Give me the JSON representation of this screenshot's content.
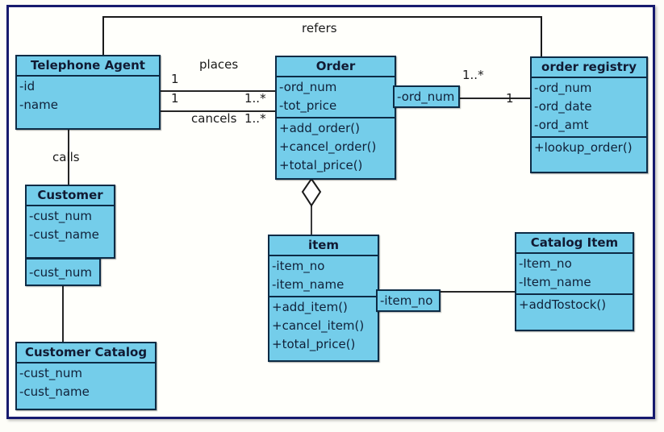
{
  "diagram": {
    "type": "uml-class-diagram",
    "frame_color": "#161a6e",
    "class_fill": "#74cdea",
    "class_border": "#0d2b45",
    "canvas_background": "#fffffb"
  },
  "classes": {
    "telephone_agent": {
      "name": "Telephone Agent",
      "attributes": [
        "-id",
        "-name"
      ],
      "operations": []
    },
    "order": {
      "name": "Order",
      "attributes": [
        "-ord_num",
        "-tot_price"
      ],
      "operations": [
        "+add_order()",
        "+cancel_order()",
        "+total_price()"
      ]
    },
    "order_registry": {
      "name": "order registry",
      "attributes": [
        "-ord_num",
        "-ord_date",
        "-ord_amt"
      ],
      "operations": [
        "+lookup_order()"
      ]
    },
    "customer": {
      "name": "Customer",
      "attributes": [
        "-cust_num",
        "-cust_name"
      ],
      "operations": []
    },
    "customer_catalog": {
      "name": "Customer Catalog",
      "attributes": [
        "-cust_num",
        "-cust_name"
      ],
      "operations": []
    },
    "item": {
      "name": "item",
      "attributes": [
        "-item_no",
        "-item_name"
      ],
      "operations": [
        "+add_item()",
        "+cancel_item()",
        "+total_price()"
      ]
    },
    "catalog_item": {
      "name": "Catalog Item",
      "attributes": [
        "-Item_no",
        "-Item_name"
      ],
      "operations": [
        "+addTostock()"
      ]
    }
  },
  "link_boxes": {
    "order_ord_num": "-ord_num",
    "customer_cust_num": "-cust_num",
    "item_item_no": "-item_no"
  },
  "associations": {
    "refers": {
      "label": "refers",
      "from": "telephone_agent",
      "to": "order_registry"
    },
    "places": {
      "label": "places",
      "from": "telephone_agent",
      "to": "order",
      "source_mult": "1",
      "target_mult": "1..*"
    },
    "cancels": {
      "label": "cancels",
      "from": "telephone_agent",
      "to": "order",
      "source_mult": "1",
      "target_mult": "1..*"
    },
    "calls": {
      "label": "calls",
      "from": "telephone_agent",
      "to": "customer"
    },
    "order_to_registry": {
      "label": "",
      "source_mult": "1..*",
      "target_mult": "1"
    },
    "order_item_aggregation": {
      "label": "",
      "kind": "aggregation"
    }
  }
}
